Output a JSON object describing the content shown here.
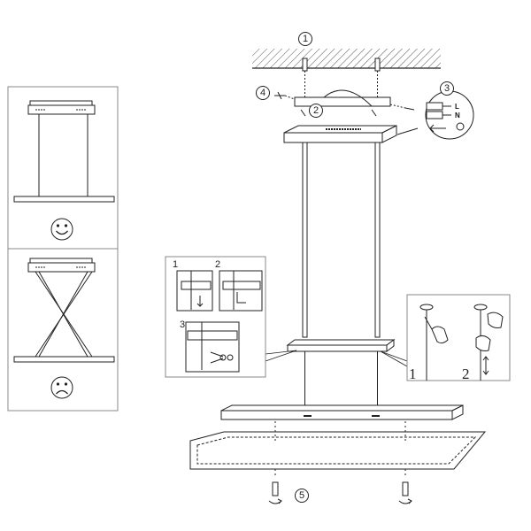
{
  "steps": {
    "s1": "1",
    "s2": "2",
    "s3": "3",
    "s4": "4",
    "s5": "5"
  },
  "wiring": {
    "live": "L",
    "neutral": "N"
  },
  "height_detail": {
    "sub1": "1",
    "sub2": "2",
    "sub3": "3"
  },
  "hook_detail": {
    "sub1": "1",
    "sub2": "2"
  },
  "icons": {
    "correct": "smiley-face-icon",
    "wrong": "sad-face-icon"
  },
  "colors": {
    "line": "#222222",
    "frame": "#888888",
    "hatch": "#555555"
  }
}
